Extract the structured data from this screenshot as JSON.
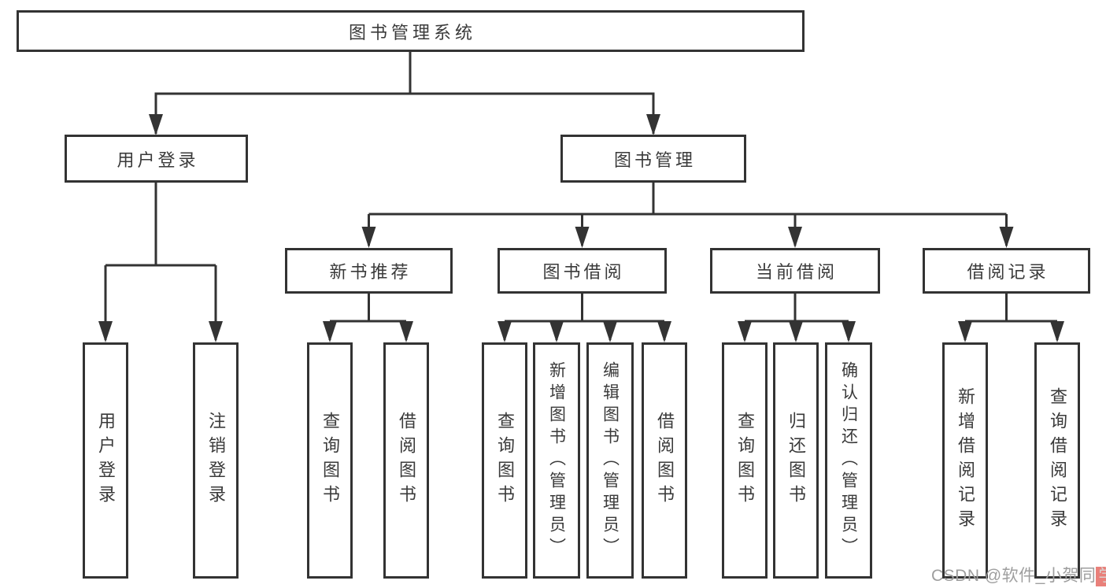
{
  "nodes": {
    "root": "图书管理系统",
    "user_login": "用户登录",
    "book_mgmt": "图书管理",
    "new_rec": "新书推荐",
    "borrow": "图书借阅",
    "current": "当前借阅",
    "record": "借阅记录",
    "leaf_user_login": "用户登录",
    "leaf_logout": "注销登录",
    "leaf_rec_query": "查询图书",
    "leaf_rec_borrow": "借阅图书",
    "leaf_borrow_query": "查询图书",
    "leaf_borrow_add": "新增图书（管理员）",
    "leaf_borrow_edit": "编辑图书（管理员）",
    "leaf_borrow_borrow": "借阅图书",
    "leaf_current_query": "查询图书",
    "leaf_current_return": "归还图书",
    "leaf_current_confirm": "确认归还（管理员）",
    "leaf_record_add": "新增借阅记录",
    "leaf_record_query": "查询借阅记录"
  },
  "watermark": {
    "prefix": "CSDN @软件_小贺同",
    "suffix": "学"
  },
  "colors": {
    "line": "#333333",
    "box_border": "#333333",
    "text": "#3a3a3a",
    "background": "#ffffff",
    "watermark_text": "#9e9e9e",
    "watermark_accent": "#e9807a"
  }
}
